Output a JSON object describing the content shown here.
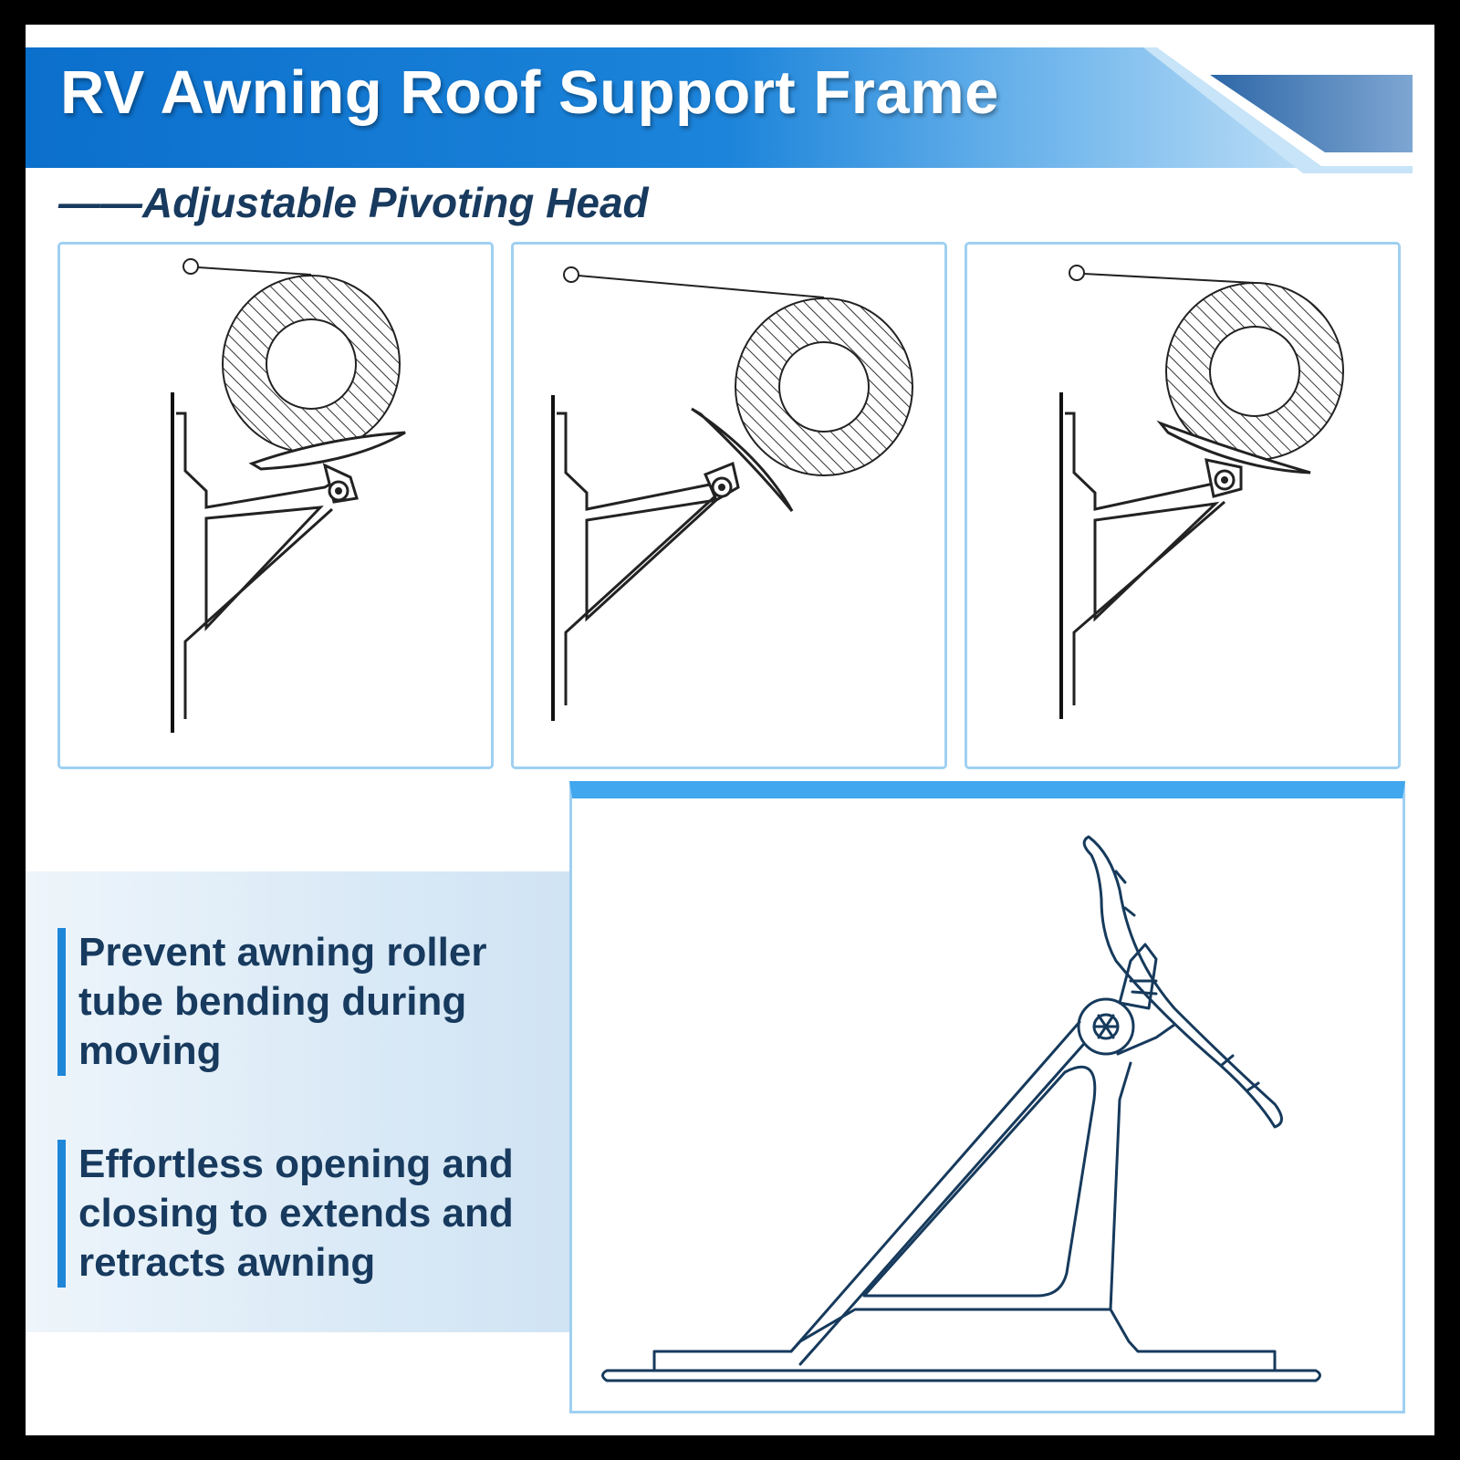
{
  "header": {
    "title": "RV Awning Roof Support Frame",
    "subtitle": "——Adjustable Pivoting Head",
    "colors": {
      "banner_start": "#0b72cf",
      "banner_end": "#8ac4ef",
      "title_text": "#ffffff",
      "subtitle_text": "#183a5e"
    }
  },
  "diagrams": [
    {
      "name": "pivot-position-center"
    },
    {
      "name": "pivot-position-tilted-down"
    },
    {
      "name": "pivot-position-tilted-up"
    }
  ],
  "features": [
    {
      "text": "Prevent awning roller tube bending during moving"
    },
    {
      "text": "Effortless opening and closing to extends and retracts awning"
    }
  ],
  "colors": {
    "accent": "#1f86d8",
    "panel_border": "#9fd0f2",
    "detail_stroke": "#163a5c",
    "feature_text": "#173a5e"
  }
}
